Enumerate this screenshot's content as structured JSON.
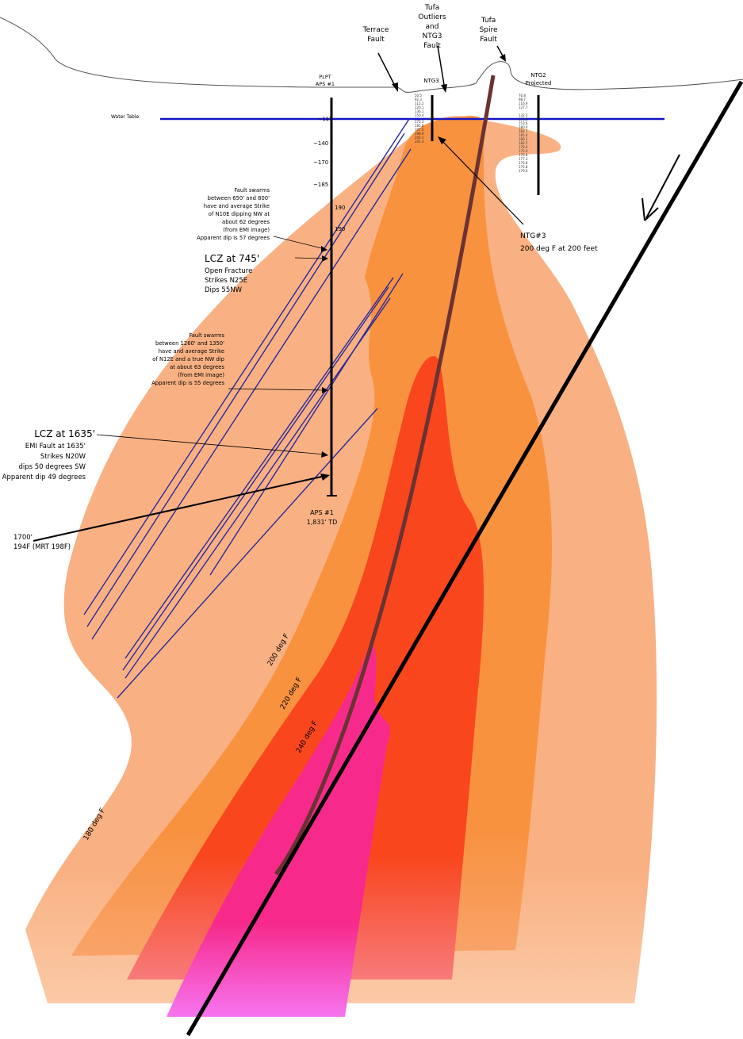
{
  "features": {
    "terrace_fault": [
      "Terrace",
      "Fault"
    ],
    "tufa_outliers": [
      "Tufa",
      "Outliers",
      "and",
      "NTG3",
      "Fault"
    ],
    "tufa_spire": [
      "Tufa",
      "Spire",
      "Fault"
    ],
    "water_table": "Water Table"
  },
  "wells": {
    "plpt": [
      "PLPT",
      "APS #1"
    ],
    "ntg3": "NTG3",
    "ntg2": [
      "NTG2",
      "Projected"
    ],
    "aps_td": [
      "APS #1",
      "1,831' TD"
    ]
  },
  "temps_aps": [
    "~117",
    "~140",
    "~170",
    "~185",
    "190",
    "190"
  ],
  "ntg3_values": [
    "50.5",
    "92.3",
    "112.2",
    "120.1",
    "136.1",
    "150.4",
    "172.3",
    "185.8",
    "197.5",
    "198.9",
    "200.1",
    "201.4"
  ],
  "ntg2_values": [
    "76.8",
    "98.7",
    "116.9",
    "127.7",
    "",
    "132.5",
    "176.8",
    "153.6",
    "180.0",
    "182.7",
    "185.4",
    "180.1",
    "182.5",
    "178.0",
    "175.0",
    "176.8",
    "177.3",
    "176.8",
    "175.8",
    "179.6"
  ],
  "annotations": {
    "fault_swarm_1": [
      "Fault swarms",
      "between 650' and 800'",
      "have and average Strike",
      "of N10E dipping NW at",
      "about 62 degrees",
      "(from EMI image)",
      "Apparent dip is 57 degrees"
    ],
    "lcz_745": [
      "LCZ at 745'",
      "Open Fracture",
      "Strikes N25E",
      "Dips 55NW"
    ],
    "fault_swarm_2": [
      "Fault swarms",
      "between 1260' and 1350'",
      "have and average Strike",
      "of N12E and a true NW dip",
      "at about 63 degrees",
      "(from EMI image)",
      "Apparent dip is 55 degrees"
    ],
    "lcz_1635": [
      "LCZ at 1635'",
      "EMI Fault at 1635'",
      "Strikes N20W",
      "dips 50 degrees SW",
      "Apparent dip 49 degrees"
    ],
    "depth_1700": [
      "1700'",
      "194F (MRT 198F)"
    ],
    "ntg3_temp": [
      "NTG#3",
      "200 deg F at 200 feet"
    ]
  },
  "isotherms": {
    "t180": "180 deg F",
    "t200": "200 deg F",
    "t220": "220 deg F",
    "t240": "240 deg F"
  },
  "colors": {
    "iso180": "#f9b183",
    "iso200": "#f8923f",
    "iso220": "#f9461d",
    "iso240": "#f72a8c",
    "water_table": "#1414c8",
    "fault_lines": "#2a2a9a",
    "upflow": "#6b3232"
  }
}
